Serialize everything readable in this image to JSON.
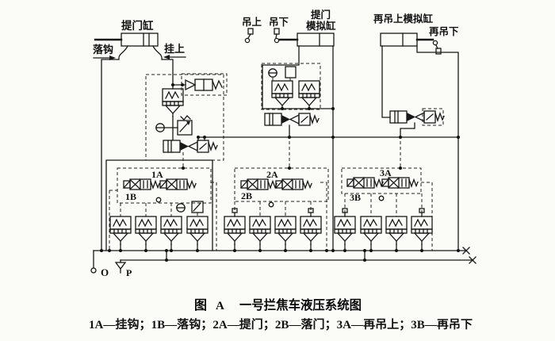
{
  "page": {
    "background": "#fbfbf8",
    "ink": "#181818"
  },
  "diagram": {
    "cylinders": {
      "door_lift": "提门缸",
      "door_lift_sim_l1": "提门",
      "door_lift_sim_l2": "模拟缸",
      "rehoist_up_sim": "再吊上模拟缸"
    },
    "actions": {
      "drop_hook": "落钩",
      "hang_up": "挂上",
      "hoist_up": "吊上",
      "hoist_down": "吊下",
      "rehoist_down": "再吊下"
    },
    "valve_ids": {
      "v1a": "1A",
      "v1b": "1B",
      "v2a": "2A",
      "v2b": "2B",
      "v3a": "3A",
      "v3b": "3B"
    },
    "ports": {
      "o": "O",
      "p": "P"
    }
  },
  "caption": {
    "figure_word": "图",
    "figure_letter": "A",
    "title": "一号拦焦车液压系统图"
  },
  "legend": {
    "text": "1A—挂钩；1B—落钩；2A—提门；2B—落门；3A—再吊上；3B—再吊下"
  }
}
